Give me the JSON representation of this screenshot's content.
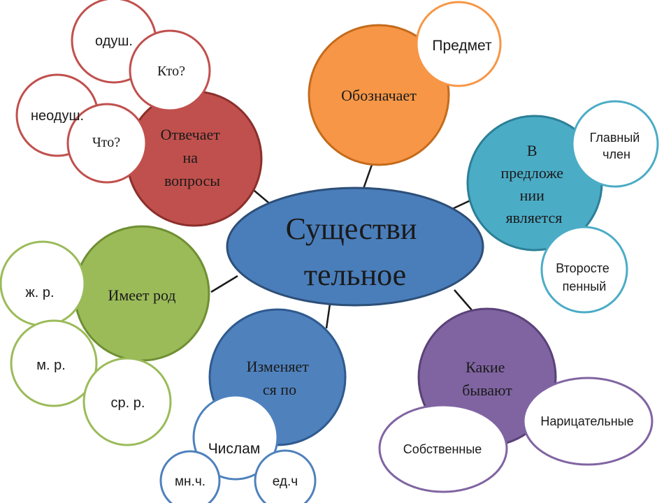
{
  "center": {
    "lines": [
      "Существи",
      "тельное"
    ],
    "fill": "#4a7ebb",
    "stroke": "#2d4f78"
  },
  "hubs": {
    "otvechaet": {
      "lines": [
        "Отвечает",
        "на",
        "вопросы"
      ],
      "fill": "#c0504d",
      "stroke": "#8b2f2c"
    },
    "oboznachaet": {
      "lines": [
        "Обозначает"
      ],
      "fill": "#f79646",
      "stroke": "#c46b1c"
    },
    "v_predlozhenii": {
      "lines": [
        "В",
        "предложе",
        "нии",
        "является"
      ],
      "fill": "#4bacc6",
      "stroke": "#2c7f96"
    },
    "imeet_rod": {
      "lines": [
        "Имеет род"
      ],
      "fill": "#9bbb59",
      "stroke": "#6f8f33"
    },
    "izmenyaetsya": {
      "lines": [
        "Изменяет",
        "ся по"
      ],
      "fill": "#4f81bd",
      "stroke": "#2f5a8f"
    },
    "kakie_byvayut": {
      "lines": [
        "Какие",
        "бывают"
      ],
      "fill": "#8064a2",
      "stroke": "#5a4278"
    }
  },
  "leaves": {
    "odush": {
      "lines": [
        "одуш."
      ],
      "stroke": "#c0504d"
    },
    "kto": {
      "lines": [
        "Кто?"
      ],
      "stroke": "#c0504d"
    },
    "neodush": {
      "lines": [
        "неодуш."
      ],
      "stroke": "#c0504d"
    },
    "chto": {
      "lines": [
        "Что?"
      ],
      "stroke": "#c0504d"
    },
    "predmet": {
      "lines": [
        "Предмет"
      ],
      "stroke": "#f79646"
    },
    "glavnyi_chlen": {
      "lines": [
        "Главный",
        "член"
      ],
      "stroke": "#4bacc6"
    },
    "vtorostepennyi": {
      "lines": [
        "Второсте",
        "пенный"
      ],
      "stroke": "#4bacc6"
    },
    "zh_r": {
      "lines": [
        "ж. р."
      ],
      "stroke": "#9bbb59"
    },
    "m_r": {
      "lines": [
        "м. р."
      ],
      "stroke": "#9bbb59"
    },
    "sr_r": {
      "lines": [
        "ср. р."
      ],
      "stroke": "#9bbb59"
    },
    "chislam": {
      "lines": [
        "Числам"
      ],
      "stroke": "#4f81bd"
    },
    "mn_ch": {
      "lines": [
        "мн.ч."
      ],
      "stroke": "#4f81bd"
    },
    "ed_ch": {
      "lines": [
        "ед.ч"
      ],
      "stroke": "#4f81bd"
    },
    "naritsatelnye": {
      "lines": [
        "Нарицательные"
      ],
      "stroke": "#8064a2"
    },
    "sobstvennye": {
      "lines": [
        "Собственные"
      ],
      "stroke": "#8064a2"
    }
  }
}
